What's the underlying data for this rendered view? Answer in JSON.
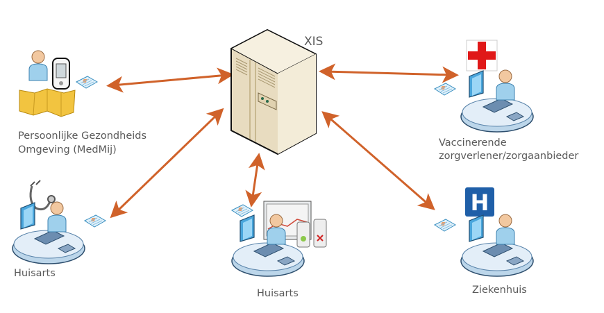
{
  "colors": {
    "arrow": "#d0622a",
    "label": "#5a5a5a",
    "server": "#efe6cf",
    "red_cross": "#e01818",
    "hospital": "#1f5fa8"
  },
  "nodes": {
    "server": {
      "label": "XIS",
      "icon": "server-icon"
    },
    "pgo": {
      "label_line1": "Persoonlijke Gezondheids",
      "label_line2": "Omgeving (MedMij)",
      "icon": "person-map-phone-icon"
    },
    "vaccinator": {
      "label_line1": "Vaccinerende",
      "label_line2": "zorgverlener/zorgaanbieder",
      "icon": "red-cross-workstation-icon"
    },
    "gp_left": {
      "label": "Huisarts",
      "icon": "stethoscope-workstation-icon"
    },
    "gp_center": {
      "label": "Huisarts",
      "icon": "pharmacy-workstation-icon"
    },
    "hospital": {
      "label": "Ziekenhuis",
      "icon": "hospital-workstation-icon",
      "sign": "H"
    }
  },
  "connections": [
    {
      "from": "pgo",
      "to": "server",
      "direction": "both"
    },
    {
      "from": "gp_left",
      "to": "server",
      "direction": "both"
    },
    {
      "from": "gp_center",
      "to": "server",
      "direction": "both"
    },
    {
      "from": "vaccinator",
      "to": "server",
      "direction": "both"
    },
    {
      "from": "hospital",
      "to": "server",
      "direction": "both"
    }
  ]
}
